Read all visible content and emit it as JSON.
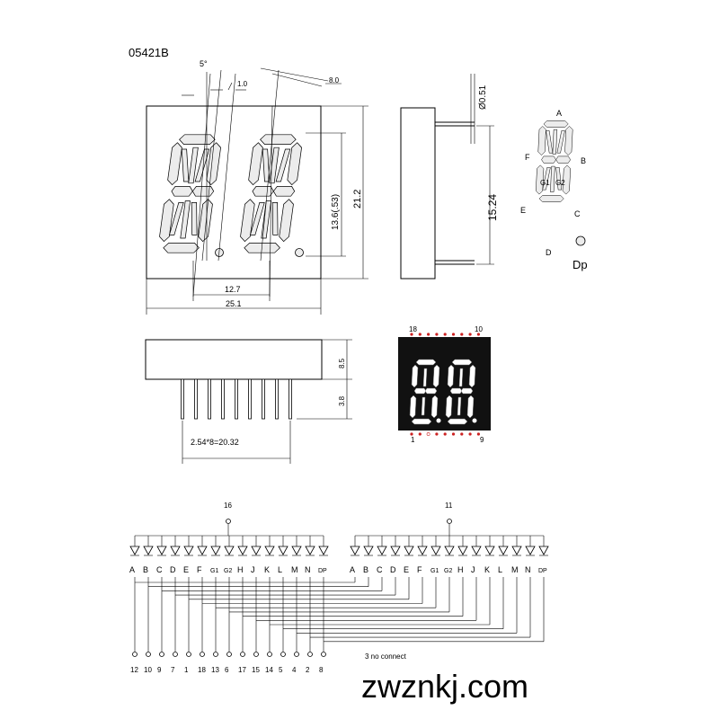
{
  "part_number": "05421B",
  "website": "zwznkj.com",
  "front_view": {
    "angle_label": "5°",
    "dim_labels": [
      "1.0",
      "8.0",
      "13.6(.53)",
      "21.2",
      "12.7",
      "25.1"
    ]
  },
  "side_view": {
    "dim_labels": [
      "Ø0.51",
      "15.24"
    ]
  },
  "bottom_view": {
    "dim_labels": [
      "8.5",
      "3.8",
      "2.54*8=20.32"
    ]
  },
  "segment_labels": [
    "A",
    "B",
    "C",
    "D",
    "E",
    "F",
    "G1",
    "G2",
    "Dp"
  ],
  "photo": {
    "pin_labels": [
      "18",
      "10",
      "1",
      "9"
    ]
  },
  "schematic": {
    "common_pins": [
      "16",
      "11"
    ],
    "segments": [
      "A",
      "B",
      "C",
      "D",
      "E",
      "F",
      "G1",
      "G2",
      "H",
      "J",
      "K",
      "L",
      "M",
      "N",
      "DP"
    ],
    "pin_numbers": [
      "12",
      "10",
      "9",
      "7",
      "1",
      "18",
      "13",
      "6",
      "17",
      "15",
      "14",
      "5",
      "4",
      "2",
      "8"
    ],
    "note": "3 no connect"
  },
  "colors": {
    "ink": "#000000",
    "photo_bg": "#111111",
    "pin_dot": "#cc2222"
  }
}
